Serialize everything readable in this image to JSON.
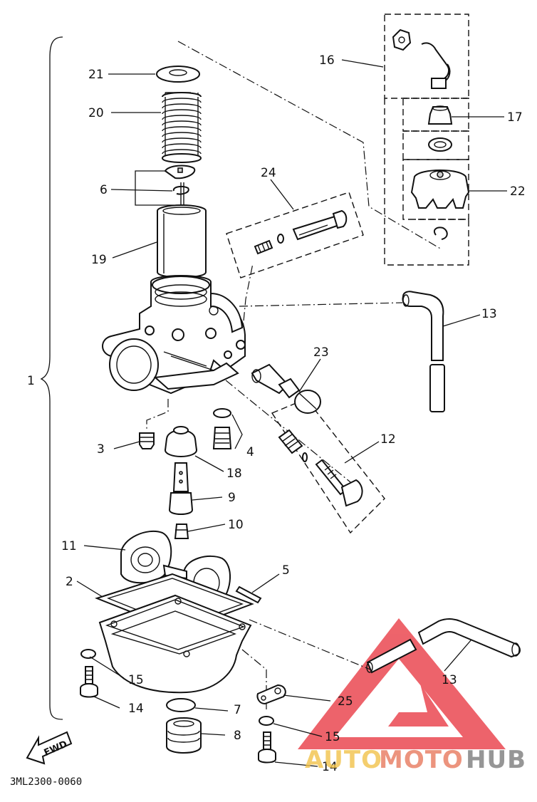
{
  "callouts": {
    "c1": "1",
    "c2": "2",
    "c3": "3",
    "c4": "4",
    "c5": "5",
    "c6": "6",
    "c7": "7",
    "c8": "8",
    "c9": "9",
    "c10": "10",
    "c11": "11",
    "c12": "12",
    "c13a": "13",
    "c13b": "13",
    "c14a": "14",
    "c14b": "14",
    "c15a": "15",
    "c15b": "15",
    "c16": "16",
    "c17": "17",
    "c18": "18",
    "c19": "19",
    "c20": "20",
    "c21": "21",
    "c22": "22",
    "c23": "23",
    "c24": "24",
    "c25": "25"
  },
  "fwd_label": "FWD",
  "diagram_code": "3ML2300-0060",
  "watermark": {
    "part1": "AUTO",
    "part2": "MOTO",
    "part3": "HUB"
  },
  "colors": {
    "ink": "#111111",
    "watermark_red": "#e8303a",
    "watermark_yellow": "#f2c34a",
    "watermark_orange": "#e87a5e",
    "watermark_gray": "#7c7c7c"
  }
}
